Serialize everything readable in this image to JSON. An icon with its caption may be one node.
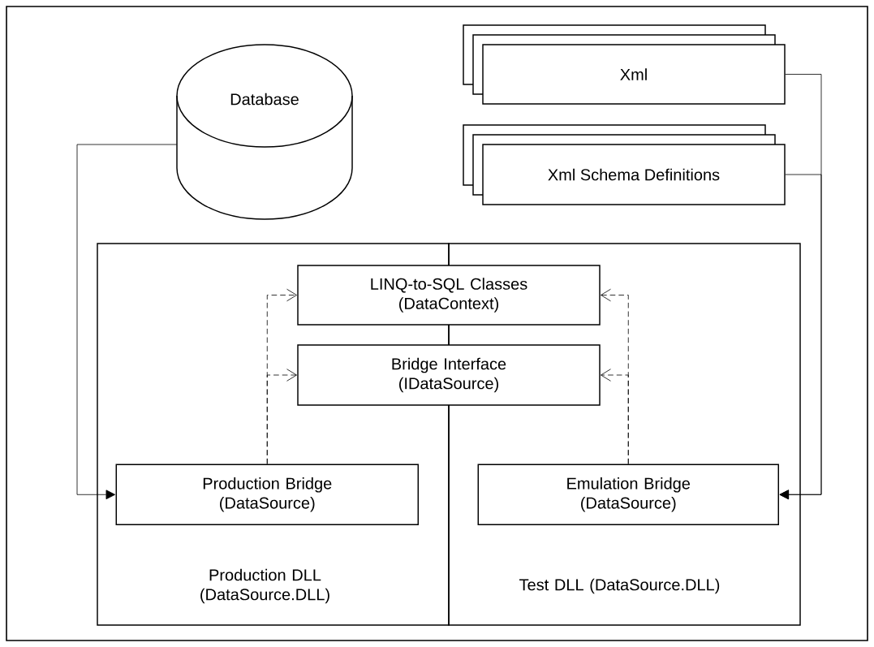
{
  "diagram": {
    "nodes": [
      {
        "text": [
          "Database"
        ]
      },
      {
        "text": [
          "Xml"
        ]
      },
      {
        "text": [
          "Xml Schema Definitions"
        ]
      },
      {
        "text": [
          "Production DLL (DataSource.DLL)"
        ]
      },
      {
        "text": [
          "Test DLL (DataSource.DLL)"
        ]
      },
      {
        "text": [
          "LINQ-to-SQL Classes (DataContext)"
        ]
      },
      {
        "text": [
          "Bridge Interface (IDataSource)"
        ]
      },
      {
        "text": [
          "Production Bridge (DataSource)"
        ],
        "in": 3
      },
      {
        "text": [
          "Emulation Bridge (DataSource)"
        ],
        "in": 4
      }
    ],
    "edges": [
      {
        "from": 0,
        "to": 7,
        "arrow": "to"
      },
      {
        "from": 1,
        "to": 8,
        "arrow": "to"
      },
      {
        "from": 2,
        "to": 8,
        "arrow": "to"
      },
      {
        "from": 7,
        "to": 5,
        "arrow": "to",
        "style": "dashed"
      },
      {
        "from": 7,
        "to": 6,
        "arrow": "to",
        "style": "dashed"
      },
      {
        "from": 8,
        "to": 5,
        "arrow": "to",
        "style": "dashed"
      },
      {
        "from": 8,
        "to": 6,
        "arrow": "to",
        "style": "dashed"
      }
    ]
  }
}
